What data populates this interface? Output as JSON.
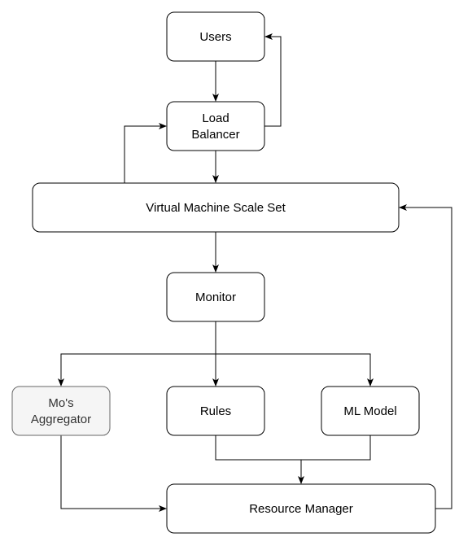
{
  "nodes": {
    "users": {
      "label": "Users"
    },
    "load_balancer": {
      "label_lines": [
        "Load",
        "Balancer"
      ]
    },
    "vmss": {
      "label": "Virtual Machine Scale Set"
    },
    "monitor": {
      "label": "Monitor"
    },
    "mos_aggregator": {
      "label_lines": [
        "Mo's",
        "Aggregator"
      ]
    },
    "rules": {
      "label": "Rules"
    },
    "ml_model": {
      "label": "ML Model"
    },
    "resource_manager": {
      "label": "Resource Manager"
    }
  },
  "edges": [
    {
      "from": "users",
      "to": "load_balancer"
    },
    {
      "from": "load_balancer",
      "to": "users"
    },
    {
      "from": "load_balancer",
      "to": "vmss"
    },
    {
      "from": "vmss",
      "to": "load_balancer"
    },
    {
      "from": "vmss",
      "to": "monitor"
    },
    {
      "from": "monitor",
      "to": "mos_aggregator"
    },
    {
      "from": "monitor",
      "to": "rules"
    },
    {
      "from": "monitor",
      "to": "ml_model"
    },
    {
      "from": "rules",
      "to": "resource_manager"
    },
    {
      "from": "ml_model",
      "to": "resource_manager"
    },
    {
      "from": "mos_aggregator",
      "to": "resource_manager"
    },
    {
      "from": "resource_manager",
      "to": "vmss"
    }
  ],
  "colors": {
    "stroke": "#000000",
    "box_fill": "#ffffff",
    "muted_fill": "#f5f5f5",
    "muted_stroke": "#666666",
    "muted_text": "#333333"
  }
}
